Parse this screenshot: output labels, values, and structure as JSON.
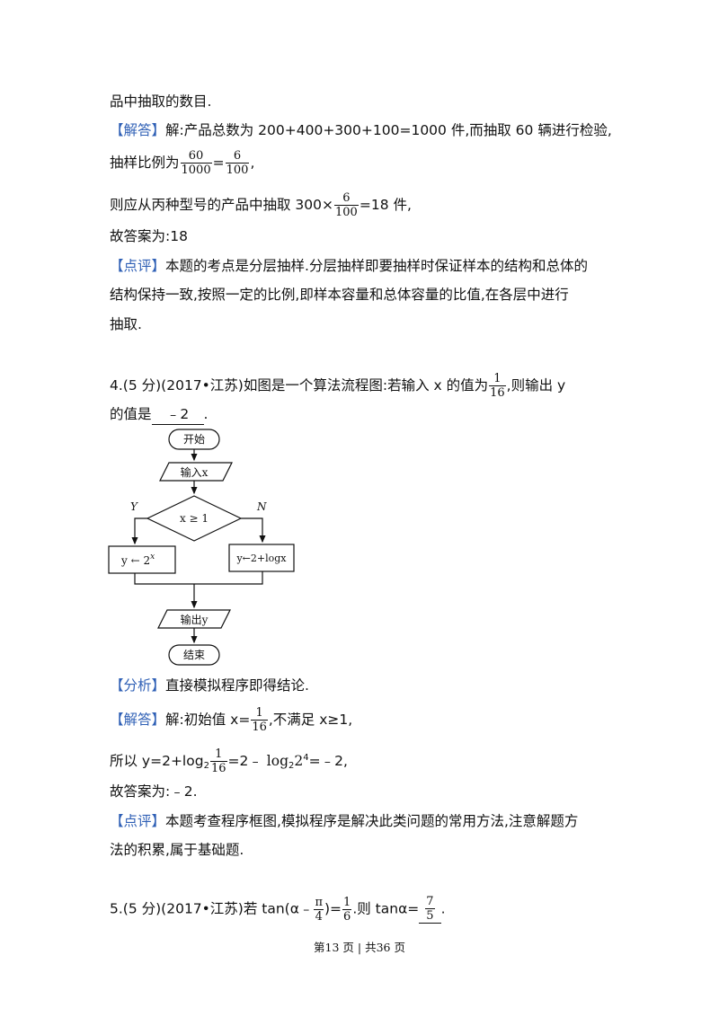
{
  "l1": "品中抽取的数目.",
  "sol1": {
    "tag": "【解答】",
    "text": "解:产品总数为 200+400+300+100=1000 件,而抽取 60 辆进行检验,",
    "ratio_pre": "抽样比例为",
    "f1n": "60",
    "f1d": "1000",
    "eq": "=",
    "f2n": "6",
    "f2d": "100",
    "ratio_post": ",",
    "draw_pre": "则应从丙种型号的产品中抽取 300×",
    "f3n": "6",
    "f3d": "100",
    "draw_post": "=18 件,",
    "ans": "故答案为:18"
  },
  "cmt1": {
    "tag": "【点评】",
    "line1": "本题的考点是分层抽样.分层抽样即要抽样时保证样本的结构和总体的",
    "line2": "结构保持一致,按照一定的比例,即样本容量和总体容量的比值,在各层中进行",
    "line3": "抽取."
  },
  "q4": {
    "pre": "4.(5 分)(2017•江苏)如图是一个算法流程图:若输入 x 的值为",
    "fn": "1",
    "fd": "16",
    "post": ",则输出 y",
    "l2pre": "的值是",
    "blank": "﹣2",
    "l2post": "."
  },
  "flow": {
    "start": "开始",
    "input": "输入x",
    "cond": "x ≥ 1",
    "yes": "Y",
    "no": "N",
    "box_y_pre": "y ← 2",
    "box_y_exp": "x",
    "box_n": "y←2+logx",
    "output": "输出y",
    "end": "结束"
  },
  "analysis": {
    "tag": "【分析】",
    "text": "直接模拟程序即得结论."
  },
  "sol2": {
    "tag": "【解答】",
    "pre": "解:初始值 x=",
    "fn": "1",
    "fd": "16",
    "post": ",不满足 x≥1,",
    "l2a": "所以 y=2+log",
    "l2sub": "2",
    "l2fn": "1",
    "l2fd": "16",
    "l2b": "=2﹣",
    "l2log": "log",
    "l2sub2": "2",
    "l2base": "2",
    "l2exp": "4",
    "l2c": "=﹣2,",
    "ans": "故答案为:﹣2."
  },
  "cmt2": {
    "tag": "【点评】",
    "line1": "本题考查程序框图,模拟程序是解决此类问题的常用方法,注意解题方",
    "line2": "法的积累,属于基础题."
  },
  "q5": {
    "pre": "5.(5 分)(2017•江苏)若 tan(α﹣",
    "fn": "π",
    "fd": "4",
    "mid": ")=",
    "gn": "1",
    "gd": "6",
    "mid2": ".则 tanα=",
    "hn": "7",
    "hd": "5",
    "post": "."
  },
  "footer": "第13 页 | 共36 页"
}
